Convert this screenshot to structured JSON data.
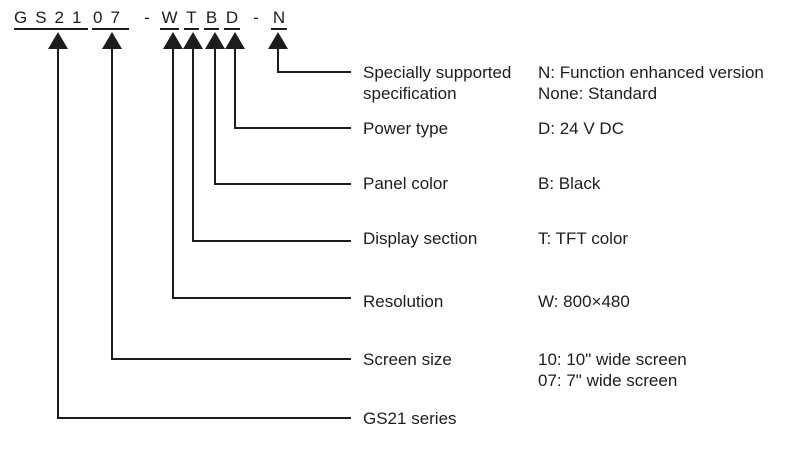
{
  "colors": {
    "ink": "#1d1d1d",
    "background": "#ffffff"
  },
  "code": {
    "separator": "-",
    "segments": [
      "GS21",
      "07",
      "W",
      "T",
      "B",
      "D",
      "N"
    ]
  },
  "callouts": [
    {
      "segment": "N",
      "label": "Specially supported\nspecification",
      "value": "N: Function enhanced version\nNone: Standard"
    },
    {
      "segment": "D",
      "label": "Power type",
      "value": "D: 24 V DC"
    },
    {
      "segment": "B",
      "label": "Panel color",
      "value": "B: Black"
    },
    {
      "segment": "T",
      "label": "Display section",
      "value": "T: TFT color"
    },
    {
      "segment": "W",
      "label": "Resolution",
      "value": "W: 800×480"
    },
    {
      "segment": "07",
      "label": "Screen size",
      "value": "10: 10\" wide screen\n07: 7\" wide screen"
    },
    {
      "segment": "GS21",
      "label": "GS21 series",
      "value": ""
    }
  ]
}
